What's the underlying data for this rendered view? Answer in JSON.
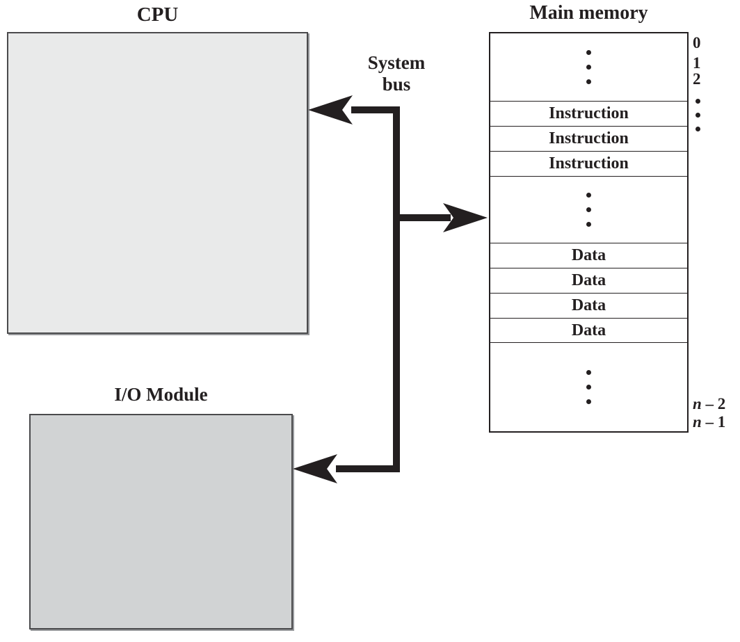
{
  "figure": {
    "type": "block-diagram",
    "description": "Computer components: CPU and I/O module connected via a system bus to main memory holding instructions and data"
  },
  "colors": {
    "ink": "#231f20",
    "cpu_fill": "#e9eaea",
    "io_fill": "#d1d3d4",
    "memory_fill": "#ffffff",
    "box_border": "#4a4a4c",
    "shadow": "#97999c"
  },
  "cpu": {
    "title": "CPU"
  },
  "io_module": {
    "title": "I/O Module"
  },
  "system_bus": {
    "label": "System\nbus"
  },
  "memory": {
    "title": "Main memory",
    "rows": [
      {
        "type": "ellipsis"
      },
      {
        "type": "cell",
        "label": "Instruction"
      },
      {
        "type": "cell",
        "label": "Instruction"
      },
      {
        "type": "cell",
        "label": "Instruction"
      },
      {
        "type": "ellipsis"
      },
      {
        "type": "cell",
        "label": "Data"
      },
      {
        "type": "cell",
        "label": "Data"
      },
      {
        "type": "cell",
        "label": "Data"
      },
      {
        "type": "cell",
        "label": "Data"
      },
      {
        "type": "ellipsis"
      }
    ],
    "addresses_top": [
      "0",
      "1",
      "2"
    ],
    "address_var": "n",
    "address_offsets": [
      "– 2",
      "– 1"
    ]
  }
}
